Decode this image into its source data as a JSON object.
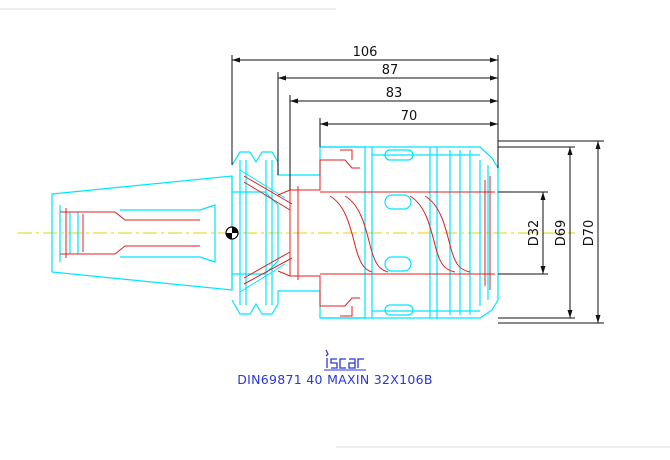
{
  "dimensions": {
    "length_overall": "106",
    "length_2": "87",
    "length_3": "83",
    "length_4": "70",
    "bore_diameter": "D32",
    "body_diameter": "D69",
    "nose_diameter": "D70"
  },
  "brand": {
    "logo_text": "iscar",
    "logo_color": "#2a36d8"
  },
  "caption": "DIN69871 40 MAXIN 32X106B",
  "colors": {
    "outline": "#00e5ff",
    "hidden": "#e02020",
    "centerline": "#e8d000",
    "dimension": "#111111",
    "caption": "#2a36d8"
  }
}
